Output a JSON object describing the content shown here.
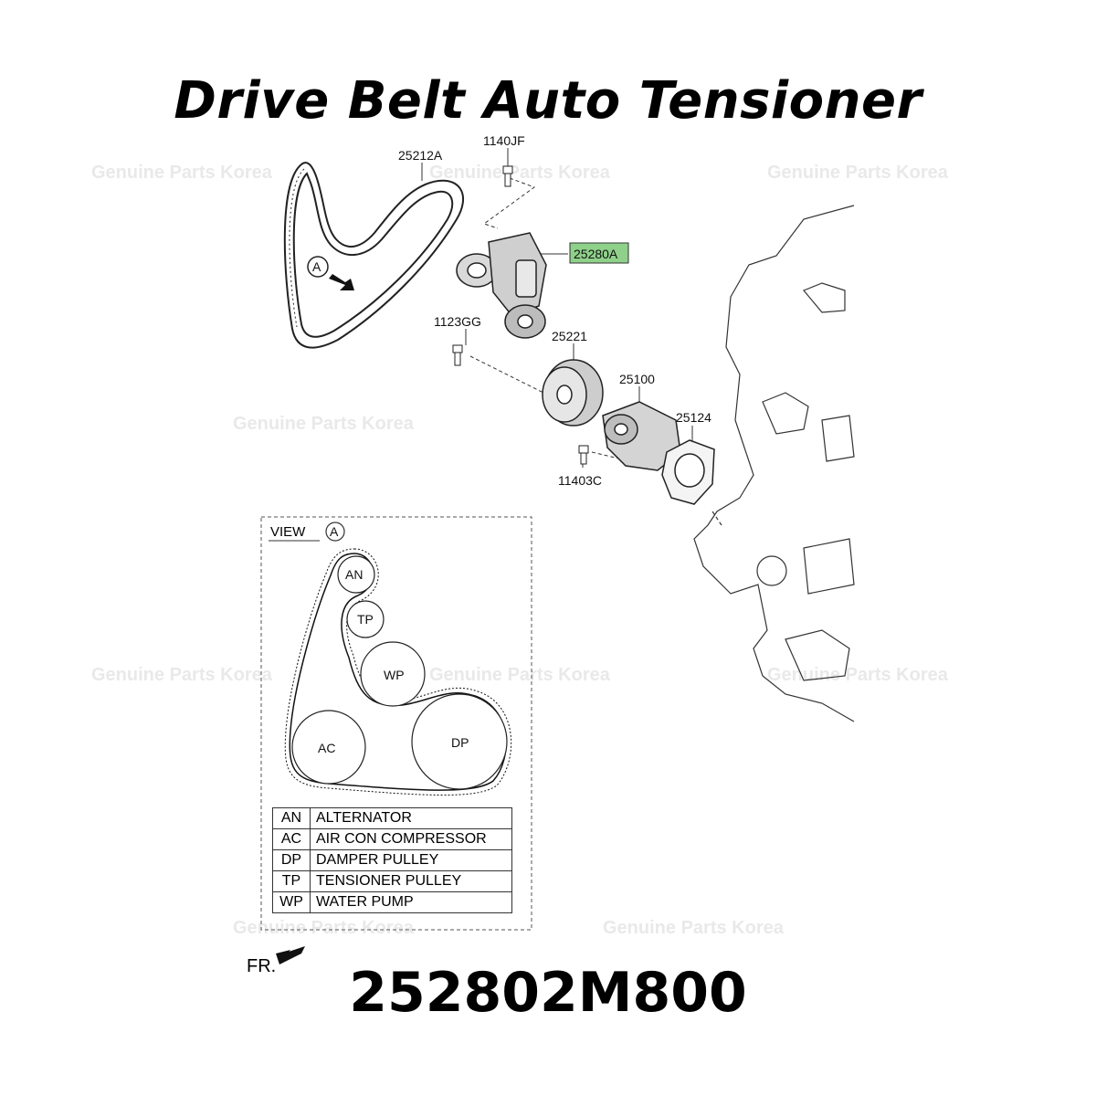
{
  "title": "Drive Belt Auto Tensioner",
  "part_number": "252802M800",
  "watermark": "Genuine Parts Korea",
  "callouts": {
    "belt": "25212A",
    "bolt_top": "1140JF",
    "tensioner": "25280A",
    "bolt_mid": "1123GG",
    "idler": "25221",
    "water_pump": "25100",
    "gasket": "25124",
    "bolt_low": "11403C"
  },
  "view_marker": "A",
  "view_label": "VIEW",
  "front_label": "FR.",
  "pulleys": [
    "AN",
    "TP",
    "WP",
    "AC",
    "DP"
  ],
  "legend": [
    {
      "code": "AN",
      "desc": "ALTERNATOR"
    },
    {
      "code": "AC",
      "desc": "AIR CON COMPRESSOR"
    },
    {
      "code": "DP",
      "desc": "DAMPER PULLEY"
    },
    {
      "code": "TP",
      "desc": "TENSIONER PULLEY"
    },
    {
      "code": "WP",
      "desc": "WATER PUMP"
    }
  ],
  "colors": {
    "highlight": "#8fd18a",
    "ink": "#111111"
  }
}
